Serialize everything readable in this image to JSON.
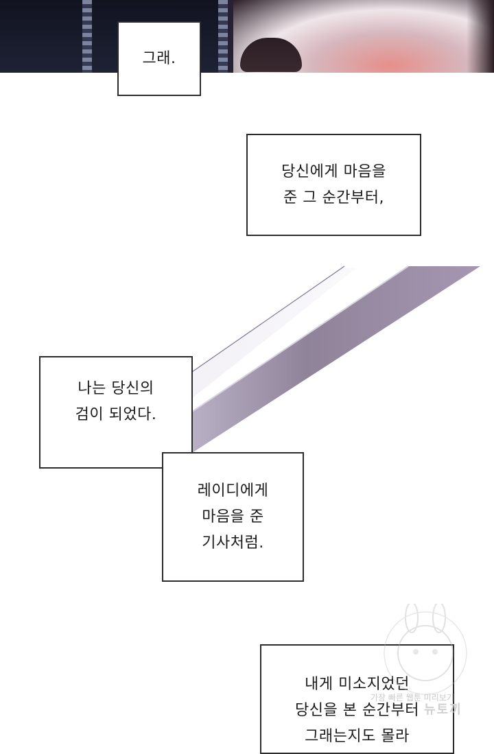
{
  "panels": {
    "bubble_1": {
      "lines": [
        "그래."
      ]
    },
    "bubble_2": {
      "lines": [
        "당신에게 마음을",
        "준 그 순간부터,"
      ]
    },
    "bubble_3": {
      "lines": [
        "나는 당신의",
        "검이 되었다."
      ]
    },
    "bubble_4": {
      "lines": [
        "레이디에게",
        "마음을 준",
        "기사처럼."
      ]
    },
    "bubble_5": {
      "lines": [
        "내게 미소지었던",
        "당신을 본 순간부터",
        "그래는지도 몰라"
      ]
    }
  },
  "watermark": {
    "small_text": "가장 빠른 웹툰 미리보기",
    "big_text": "뉴토끼"
  },
  "colors": {
    "border": "#2b2b2b",
    "blade": "#8f8399",
    "blade_edge": "#d8d2e0"
  }
}
